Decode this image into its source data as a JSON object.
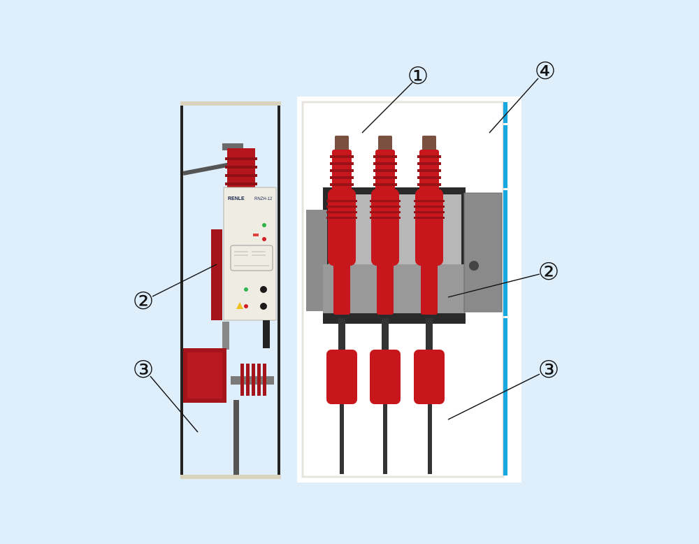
{
  "left_unit": {
    "brand": "RENLE",
    "model": "RNZH-12"
  },
  "callouts": {
    "c1": "①",
    "c2_left": "②",
    "c3_left": "③",
    "c2_right": "②",
    "c3_right": "③",
    "c4": "④"
  },
  "colors": {
    "background": "#deeefb",
    "insulator_red": "#c8161d",
    "frame_dark": "#222222",
    "accent_blue": "#1aa7e0"
  }
}
